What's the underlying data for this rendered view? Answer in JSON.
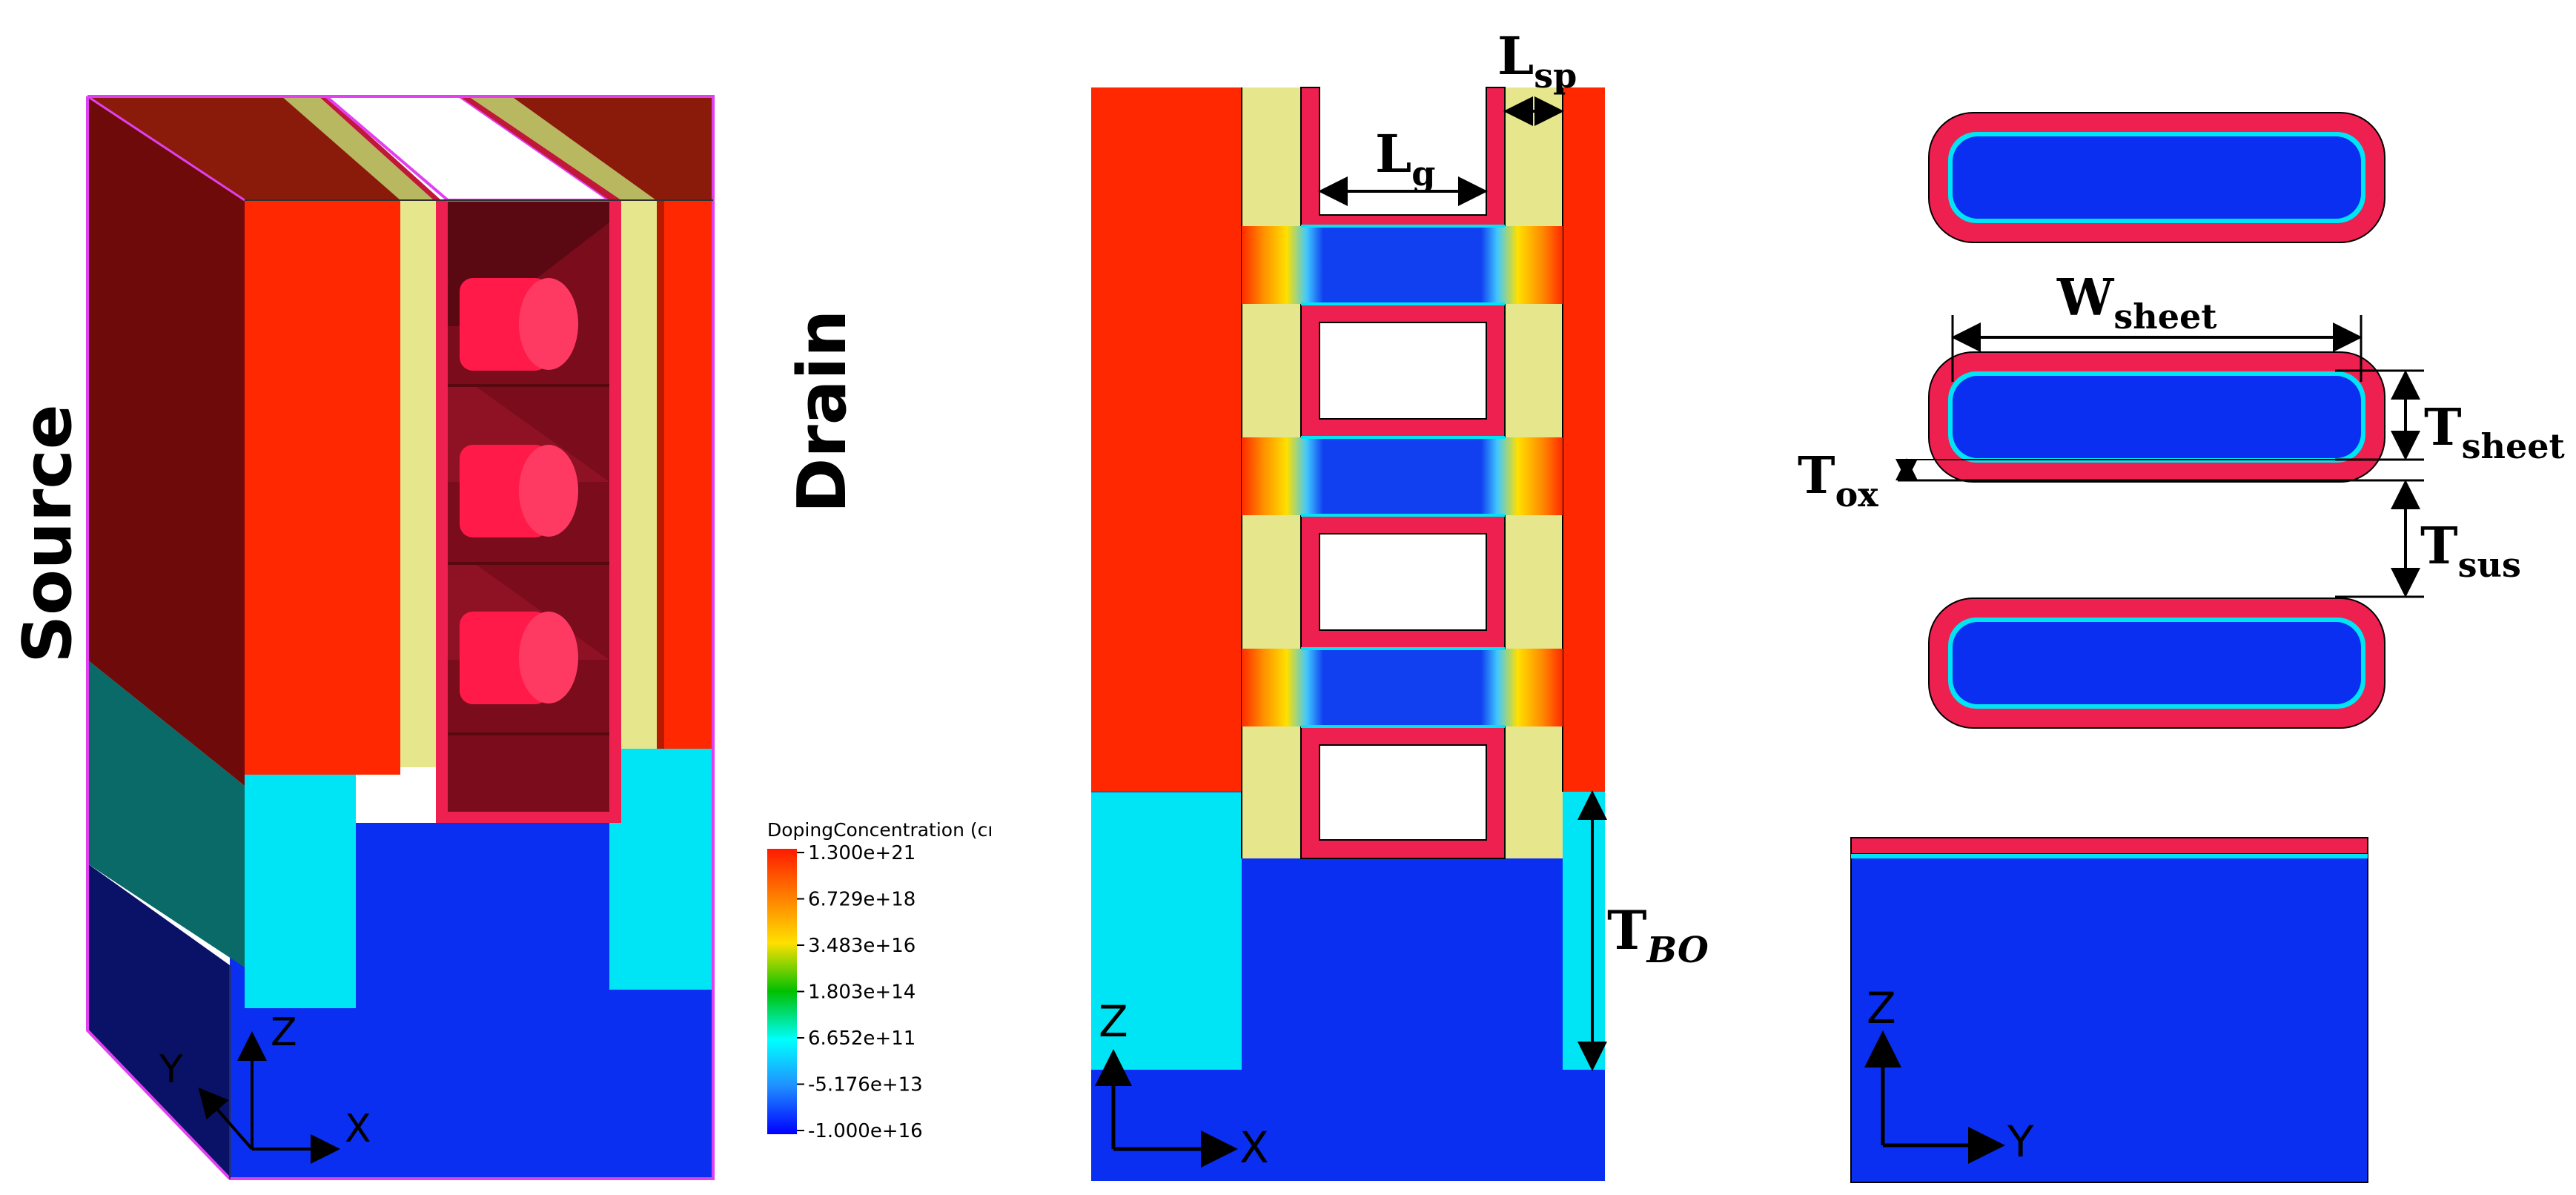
{
  "labels": {
    "source": "Source",
    "drain": "Drain",
    "lsp": {
      "main": "L",
      "sub": "sp"
    },
    "lg": {
      "main": "L",
      "sub": "g"
    },
    "wsheet": {
      "main": "W",
      "sub": "sheet"
    },
    "tsheet": {
      "main": "T",
      "sub": "sheet"
    },
    "tox": {
      "main": "T",
      "sub": "ox"
    },
    "tsus": {
      "main": "T",
      "sub": "sus"
    },
    "tbo": {
      "main": "T",
      "sub": "BO"
    }
  },
  "axes": {
    "left": {
      "z": "Z",
      "y": "Y",
      "x": "X"
    },
    "middle": {
      "z": "Z",
      "x": "X"
    },
    "right": {
      "z": "Z",
      "y": "Y"
    }
  },
  "legend": {
    "title": "DopingConcentration (cı",
    "ticks": [
      "1.300e+21",
      "6.729e+18",
      "3.483e+16",
      "1.803e+14",
      "6.652e+11",
      "-5.176e+13",
      "-1.000e+16"
    ],
    "colors": [
      "#ff1a00",
      "#ff8000",
      "#ffe000",
      "#00c000",
      "#00ffff",
      "#2090ff",
      "#0000ff"
    ]
  },
  "colors": {
    "red": "#ff2800",
    "dark_red": "#6e0a0a",
    "blue": "#0a2ff0",
    "cyan": "#00e5f5",
    "spacer": "#e6e68c",
    "pink": "#ee2050",
    "magenta": "#e040f0"
  }
}
